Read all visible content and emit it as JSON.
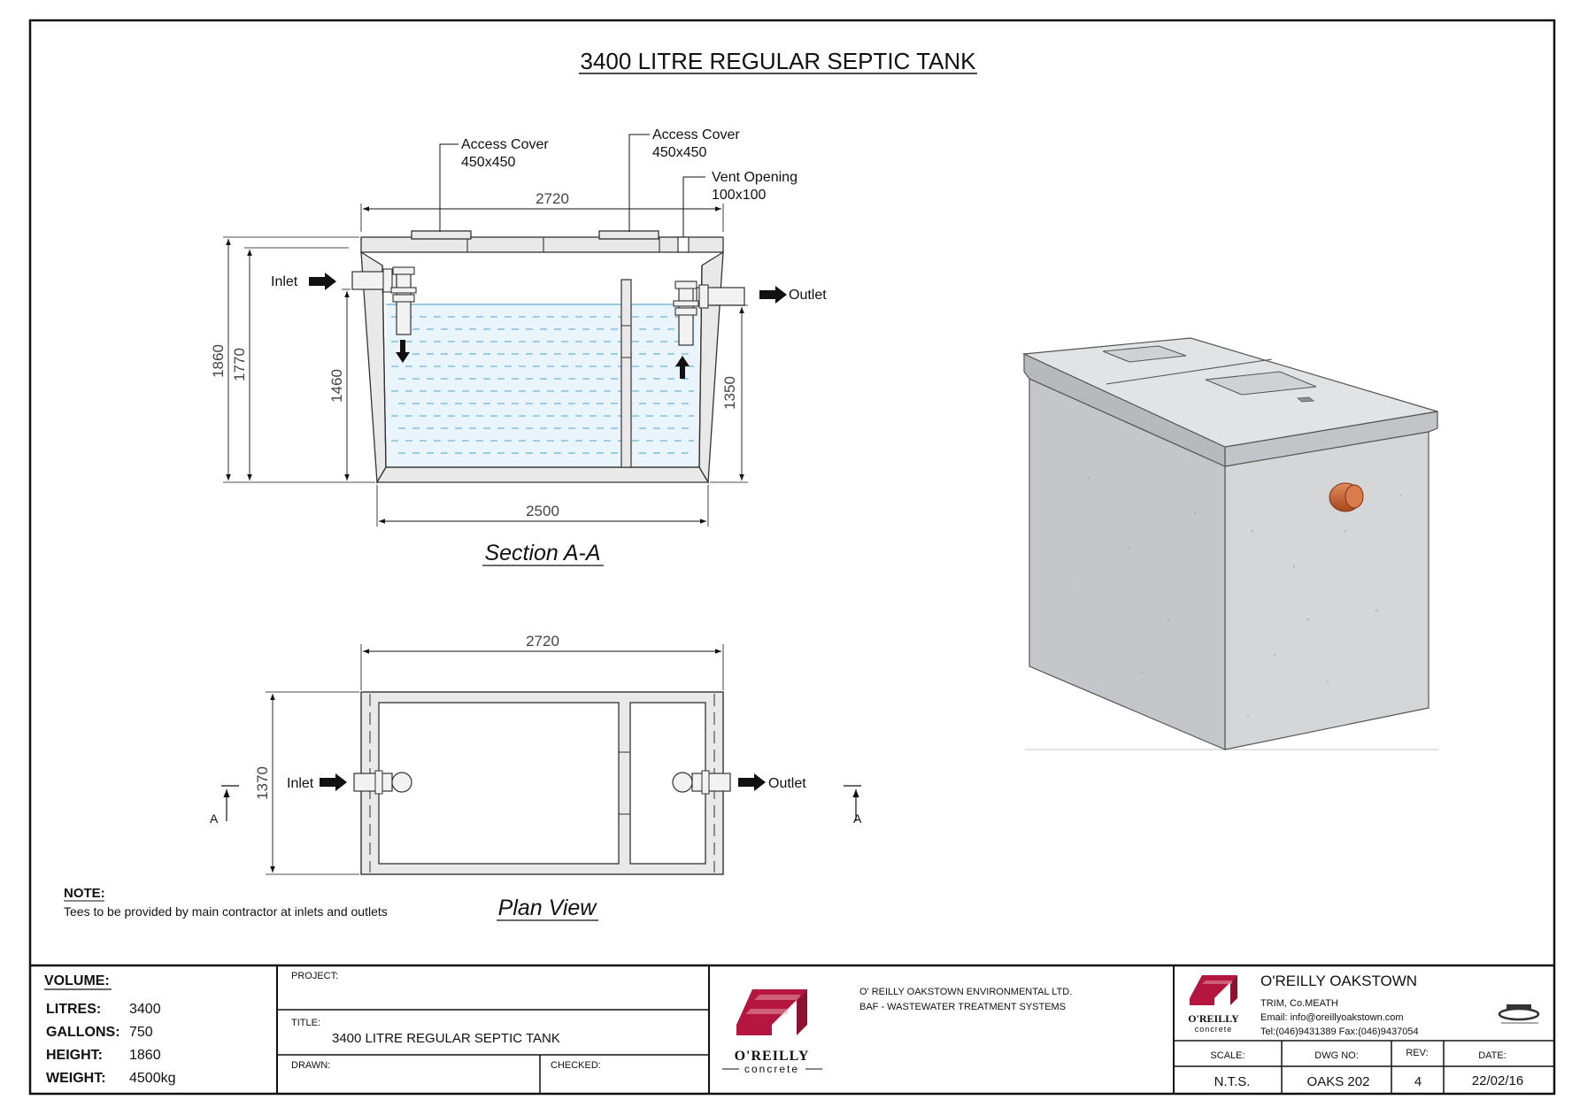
{
  "drawing": {
    "title": "3400 LITRE REGULAR SEPTIC TANK",
    "section_label": "Section A-A",
    "plan_label": "Plan View"
  },
  "section": {
    "access_cover_1_line1": "Access Cover",
    "access_cover_1_line2": "450x450",
    "access_cover_2_line1": "Access Cover",
    "access_cover_2_line2": "450x450",
    "vent_line1": "Vent Opening",
    "vent_line2": "100x100",
    "inlet": "Inlet",
    "outlet": "Outlet",
    "dim_top_width": "2720",
    "dim_bottom_width": "2500",
    "dim_total_height": "1860",
    "dim_inner_height": "1770",
    "dim_inlet_height": "1460",
    "dim_outlet_height": "1350"
  },
  "plan": {
    "dim_width": "2720",
    "dim_depth": "1370",
    "inlet": "Inlet",
    "outlet": "Outlet",
    "section_marker_left": "A",
    "section_marker_right": "A"
  },
  "note": {
    "heading": "NOTE:",
    "text": "Tees to be provided by main contractor at inlets and outlets"
  },
  "title_block": {
    "volume_heading": "VOLUME:",
    "specs": [
      {
        "key": "LITRES:",
        "value": "3400"
      },
      {
        "key": "GALLONS:",
        "value": "750"
      },
      {
        "key": "HEIGHT:",
        "value": "1860"
      },
      {
        "key": "WEIGHT:",
        "value": "4500kg"
      }
    ],
    "project_label": "PROJECT:",
    "title_label": "TITLE:",
    "title_value": "3400 LITRE  REGULAR SEPTIC TANK",
    "drawn_label": "DRAWN:",
    "checked_label": "CHECKED:",
    "logo_big_word": "O'REILLY",
    "logo_big_sub": "concrete",
    "company_line1": "O' REILLY OAKSTOWN ENVIRONMENTAL LTD.",
    "company_line2": "BAF - WASTEWATER TREATMENT SYSTEMS",
    "logo_small_word": "O'REILLY",
    "logo_small_sub": "concrete",
    "brand_name": "O'REILLY OAKSTOWN",
    "address": "TRIM, Co.MEATH",
    "email": "Email: info@oreillyoakstown.com",
    "phone": "Tel:(046)9431389  Fax:(046)9437054",
    "scale_label": "SCALE:",
    "dwg_label": "DWG NO:",
    "rev_label": "REV:",
    "date_label": "DATE:",
    "scale_value": "N.T.S.",
    "dwg_value": "OAKS 202",
    "rev_value": "4",
    "date_value": "22/02/16"
  },
  "colors": {
    "logo_red": "#b5163f",
    "water_line": "#5aa9d6",
    "water_fill": "#eaf5fb",
    "tank_wall": "#e9e9e9",
    "concrete_light": "#d4d6d8",
    "concrete_dark": "#b7b9bc",
    "outlet_pipe": "#c8602c"
  }
}
